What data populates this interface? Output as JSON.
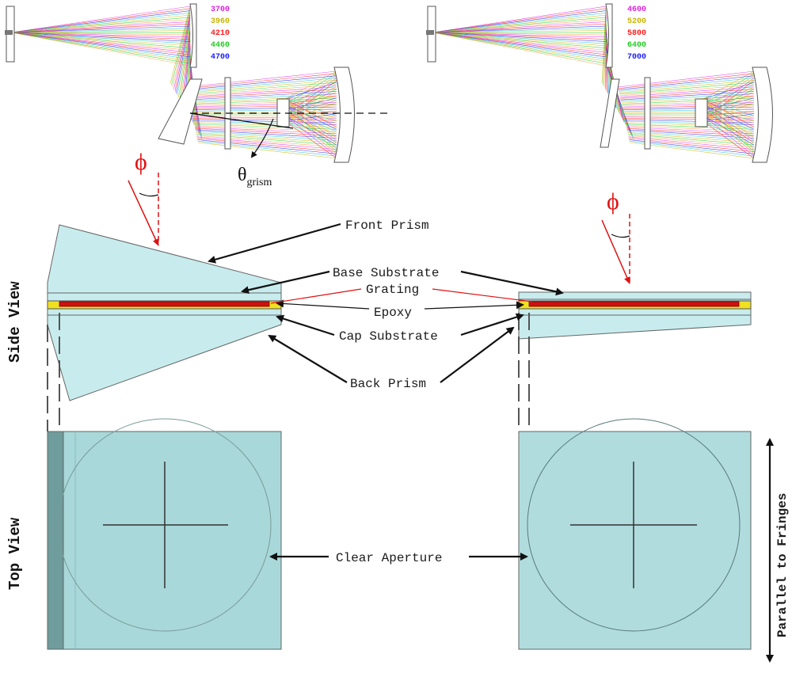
{
  "labels": {
    "front_prism": "Front Prism",
    "base_substrate": "Base Substrate",
    "grating": "Grating",
    "epoxy": "Epoxy",
    "cap_substrate": "Cap Substrate",
    "back_prism": "Back Prism",
    "clear_aperture": "Clear Aperture",
    "parallel_to_fringes": "Parallel to Fringes",
    "side_view": "Side View",
    "top_view": "Top View",
    "phi": "ϕ",
    "theta": "θ",
    "theta_sub": "grism"
  },
  "wavelengths_left": [
    {
      "value": "3700",
      "color": "#e020e0"
    },
    {
      "value": "3960",
      "color": "#c8b400"
    },
    {
      "value": "4210",
      "color": "#ff1a1a"
    },
    {
      "value": "4460",
      "color": "#22cc22"
    },
    {
      "value": "4700",
      "color": "#1a1aff"
    }
  ],
  "wavelengths_right": [
    {
      "value": "4600",
      "color": "#e020e0"
    },
    {
      "value": "5200",
      "color": "#c8b400"
    },
    {
      "value": "5800",
      "color": "#ff1a1a"
    },
    {
      "value": "6400",
      "color": "#22cc22"
    },
    {
      "value": "7000",
      "color": "#1a1aff"
    }
  ],
  "colors": {
    "prism_fill": "#c8ecee",
    "top_fill": "#a8d8da",
    "top_dark": "#6f9c9c",
    "grating": "#cc1111",
    "epoxy": "#f0e020",
    "annotation": "#e01010"
  }
}
